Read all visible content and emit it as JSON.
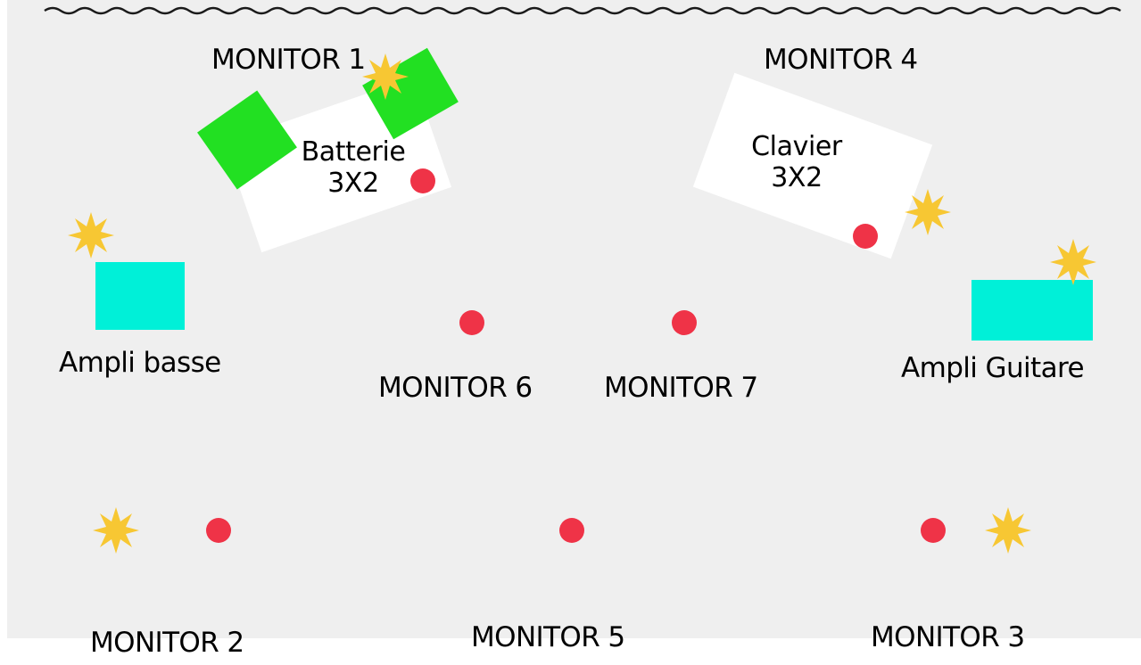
{
  "stage": {
    "colors": {
      "background": "#efefef",
      "riser": "#ffffff",
      "drum_block": "#22e022",
      "amp": "#00f0d8",
      "monitor_dot": "#ef3347",
      "light": "#f7c733",
      "wave": "#1a1a1a"
    },
    "elements": {
      "drums": {
        "label": "Batterie",
        "size": "3X2"
      },
      "keyboard": {
        "label": "Clavier",
        "size": "3X2"
      },
      "bass_amp": {
        "label": "Ampli basse"
      },
      "guitar_amp": {
        "label": "Ampli Guitare"
      }
    },
    "monitors": {
      "m1": "MONITOR 1",
      "m2": "MONITOR 2",
      "m3": "MONITOR 3",
      "m4": "MONITOR 4",
      "m5": "MONITOR 5",
      "m6": "MONITOR 6",
      "m7": "MONITOR 7"
    },
    "icons": {
      "monitor": "monitor-dot-icon",
      "light": "light-star-icon"
    }
  }
}
